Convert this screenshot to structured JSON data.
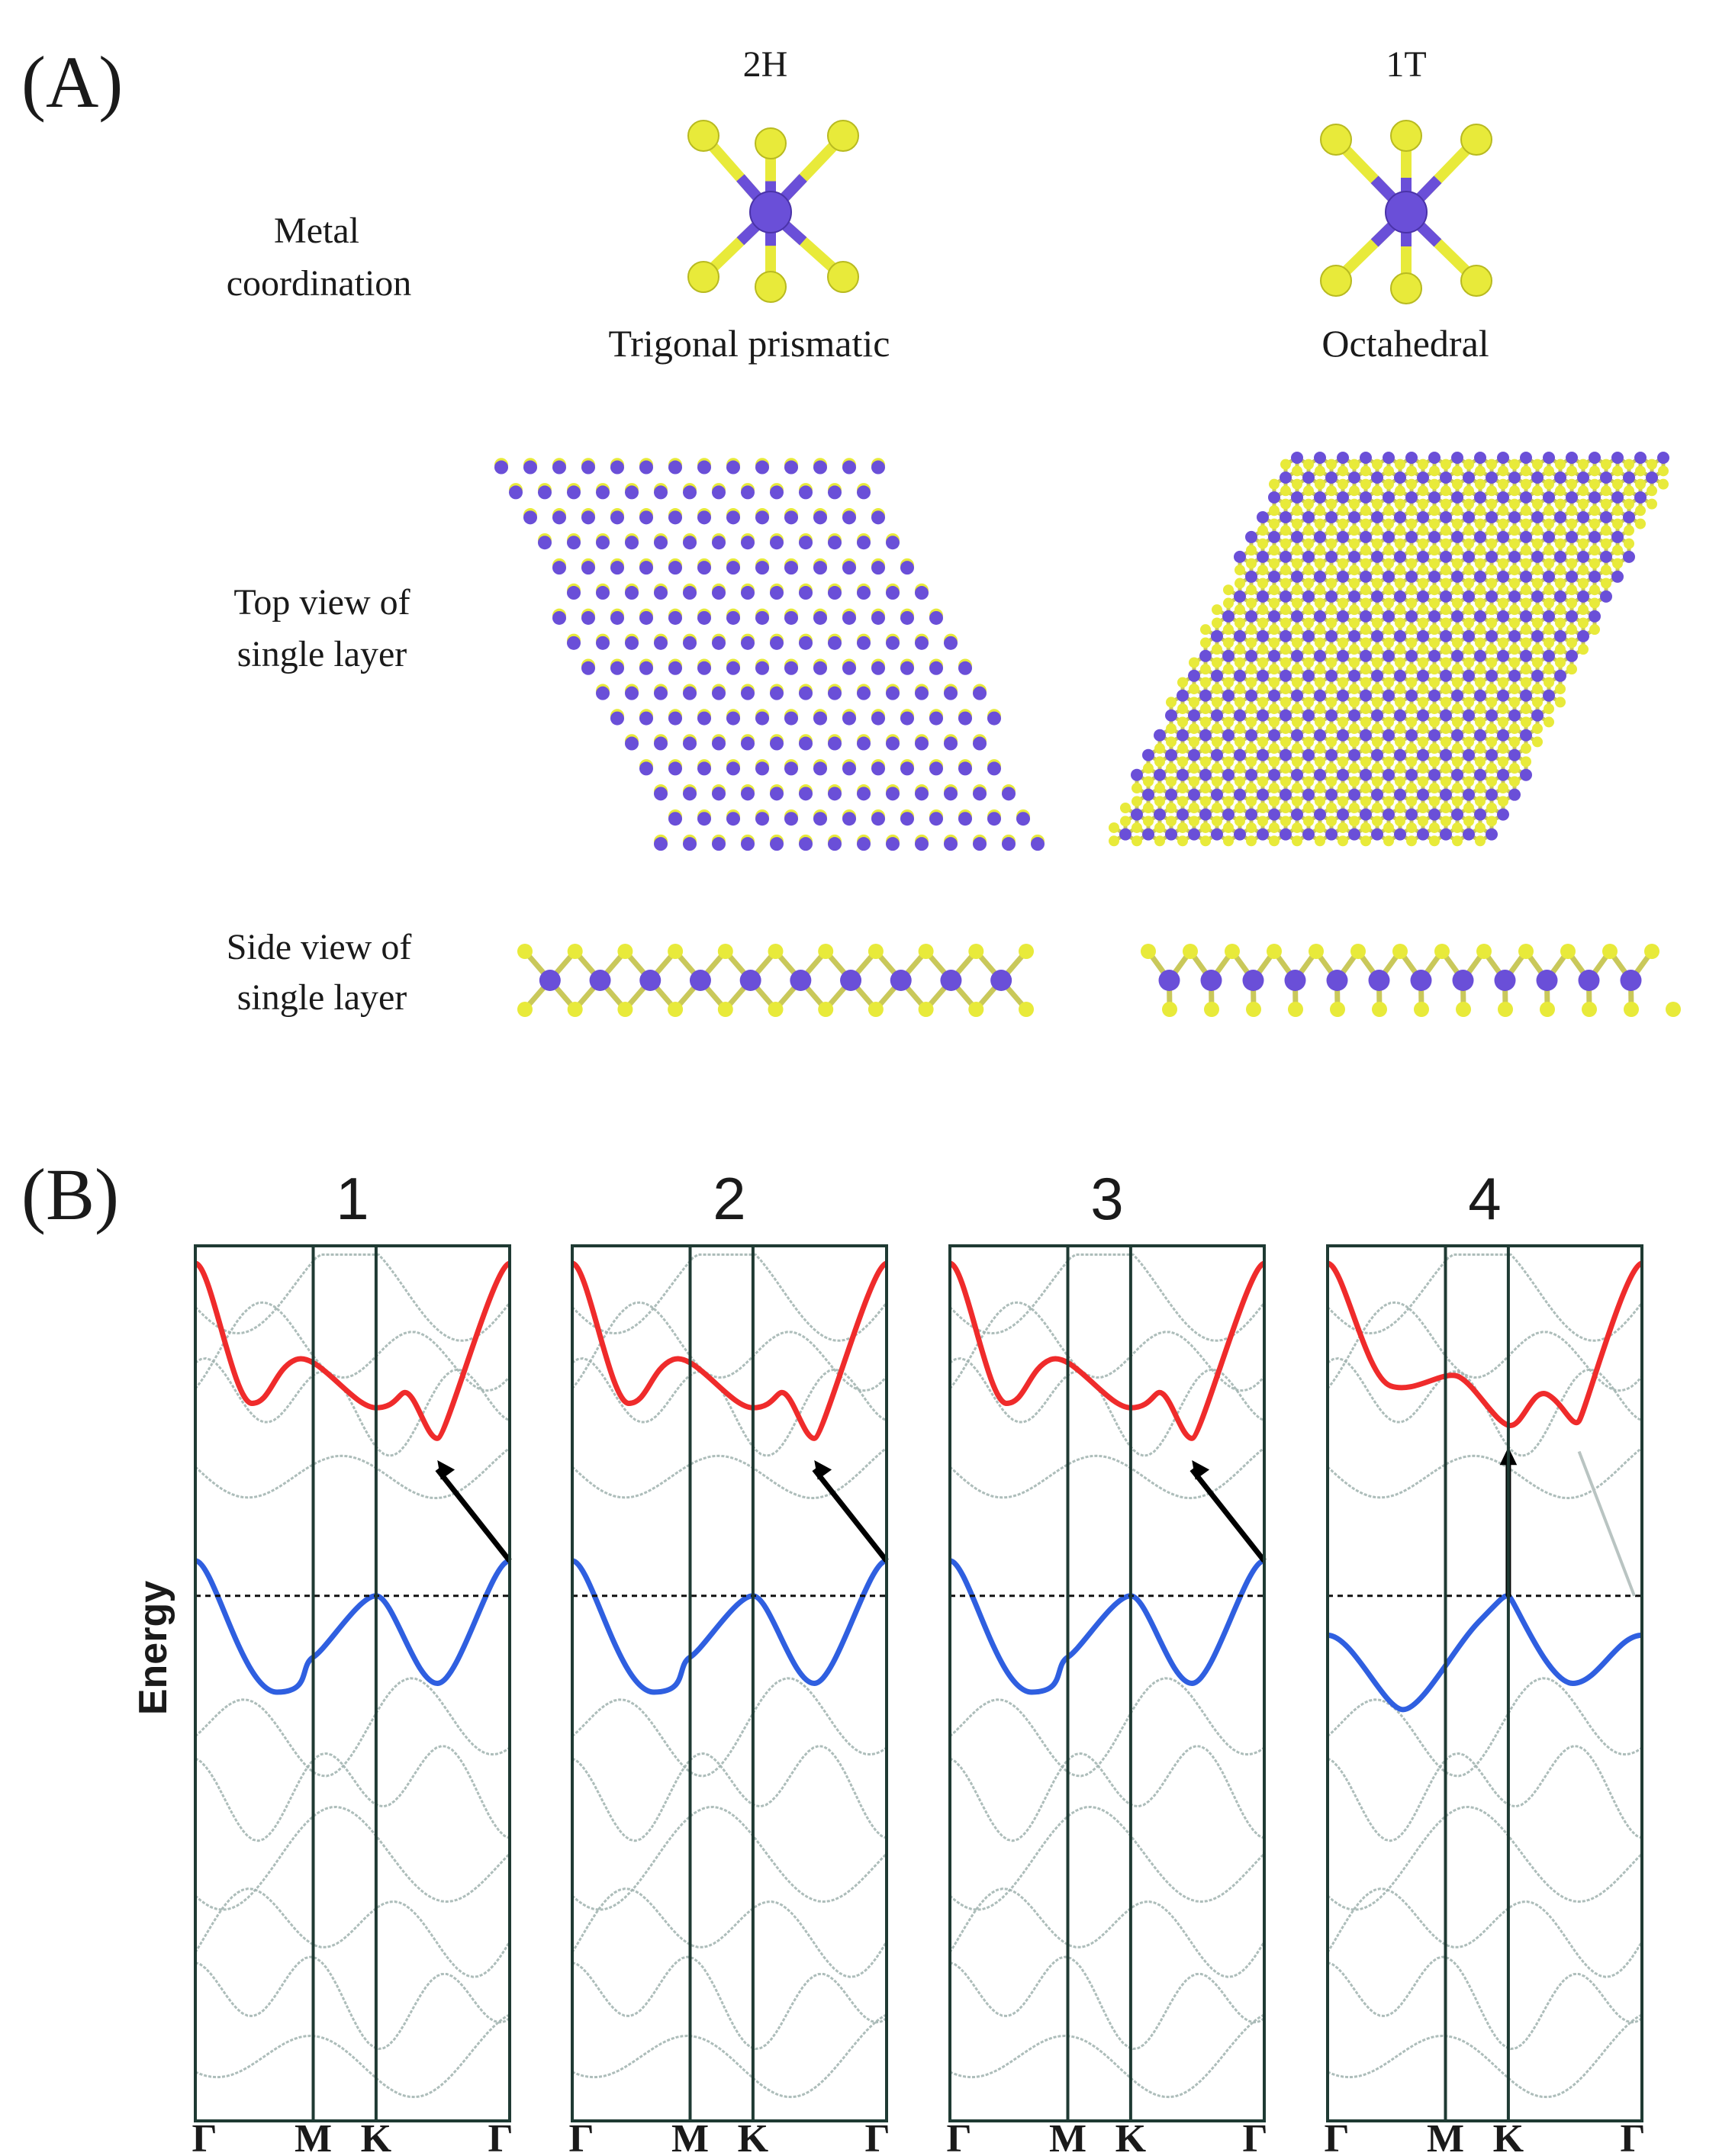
{
  "panel_a": {
    "label": "(A)",
    "columns": [
      {
        "phase": "2H",
        "coordination": "Trigonal prismatic"
      },
      {
        "phase": "1T",
        "coordination": "Octahedral"
      }
    ],
    "row_labels": [
      [
        "Metal",
        "coordination"
      ],
      [
        "Top view of",
        "single layer"
      ],
      [
        "Side view of",
        "single layer"
      ]
    ],
    "colors": {
      "metal": "#6a4fd8",
      "chalcogen": "#e8ea3a"
    }
  },
  "panel_b": {
    "label": "(B)",
    "ylabel": "Energy",
    "kpath": [
      "Γ",
      "M",
      "K",
      "Γ"
    ],
    "panels": [
      {
        "number": "1",
        "cb_min_x": 0.77,
        "cb_min_y": 0.22,
        "vbm_x": 1.0,
        "transition": "indirect"
      },
      {
        "number": "2",
        "cb_min_x": 0.77,
        "cb_min_y": 0.22,
        "vbm_x": 1.0,
        "transition": "indirect"
      },
      {
        "number": "3",
        "cb_min_x": 0.77,
        "cb_min_y": 0.22,
        "vbm_x": 1.0,
        "transition": "indirect"
      },
      {
        "number": "4",
        "cb_min_x": 0.575,
        "cb_min_y": 0.205,
        "vbm_x": 0.575,
        "transition": "direct"
      }
    ],
    "colors": {
      "conduction": "#ef2b2b",
      "valence": "#2f5fe0",
      "other_bands": "#9fb2ae",
      "frame": "#1f3a33"
    }
  }
}
